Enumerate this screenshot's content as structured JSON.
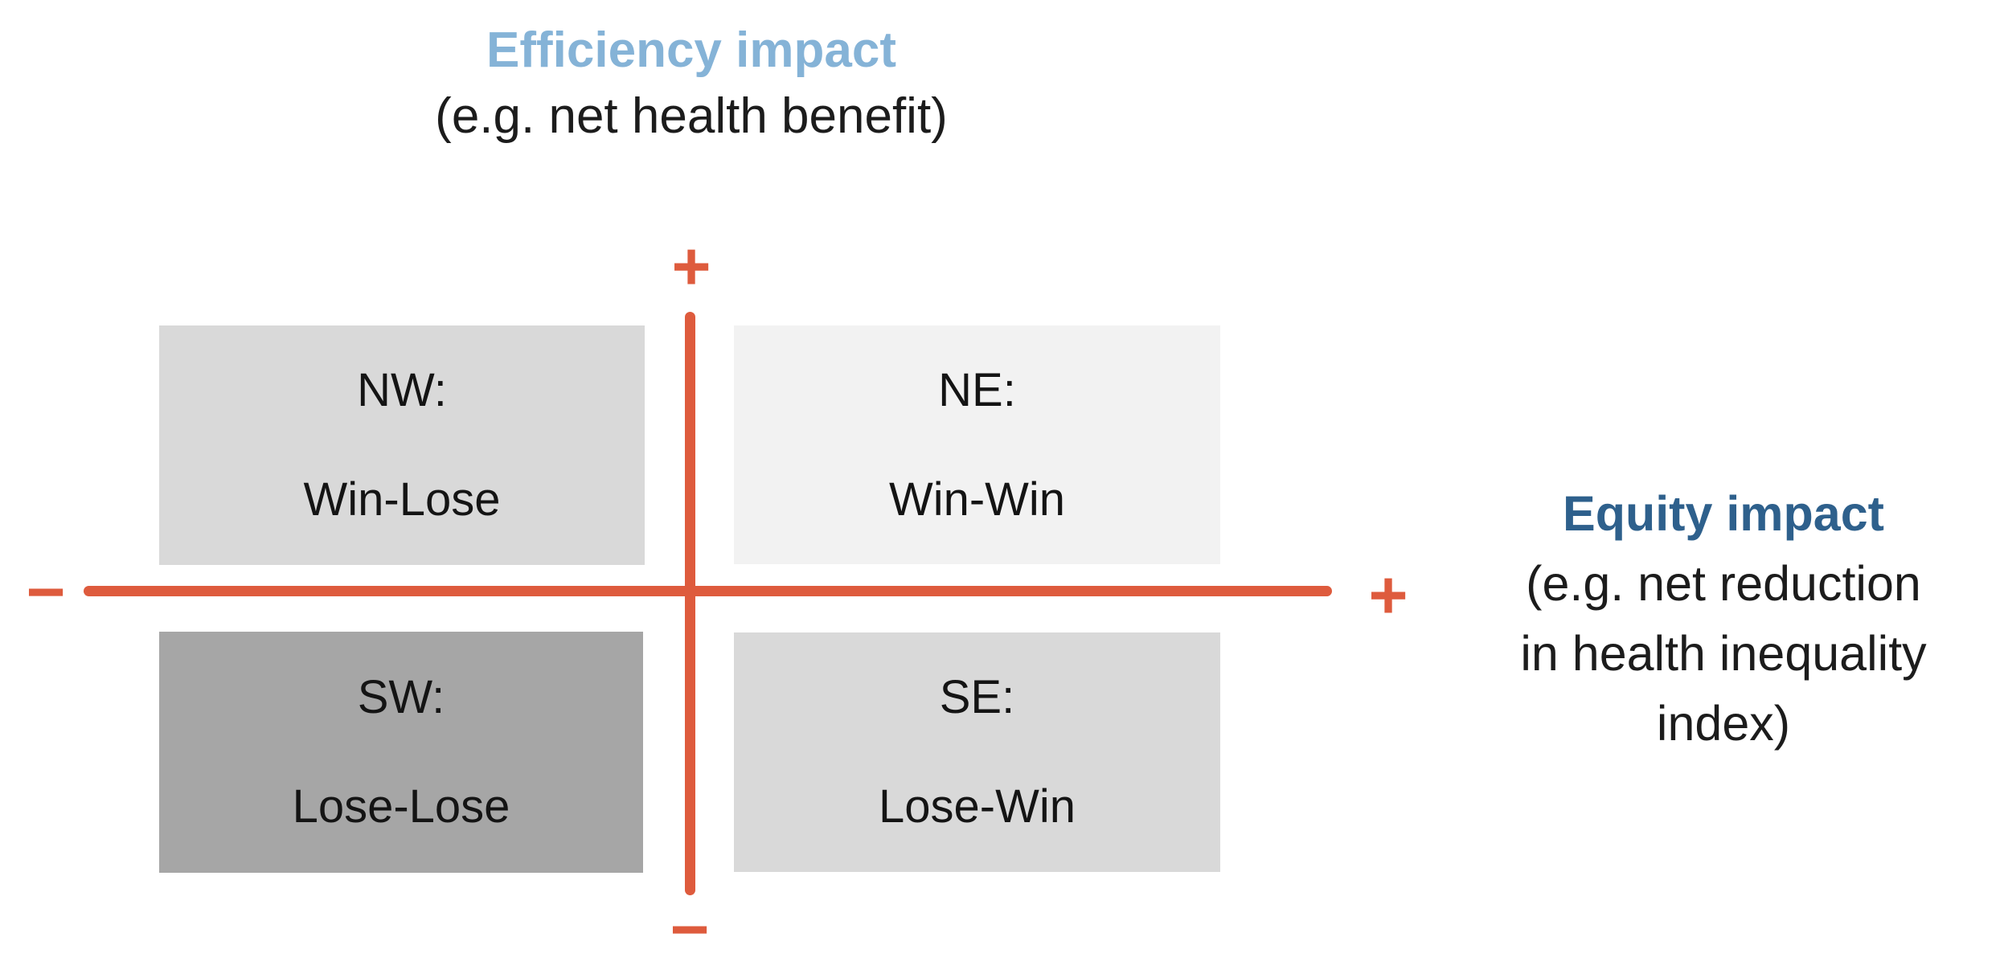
{
  "figure": {
    "vertical_axis": {
      "title": "Efficiency impact",
      "subtitle": "(e.g. net health benefit)",
      "positive_marker": "+",
      "negative_marker": "−"
    },
    "horizontal_axis": {
      "title": "Equity impact",
      "subtitle_lines": [
        "(e.g. net reduction",
        "in health inequality",
        "index)"
      ],
      "positive_marker": "+",
      "negative_marker": "−"
    },
    "quadrants": [
      {
        "id": "NW",
        "label": "NW:",
        "outcome": "Win-Lose",
        "bg": "#d9d9d9"
      },
      {
        "id": "NE",
        "label": "NE:",
        "outcome": "Win-Win",
        "bg": "#f2f2f2"
      },
      {
        "id": "SW",
        "label": "SW:",
        "outcome": "Lose-Lose",
        "bg": "#a6a6a6"
      },
      {
        "id": "SE",
        "label": "SE:",
        "outcome": "Lose-Win",
        "bg": "#d9d9d9"
      }
    ],
    "colors": {
      "axis": "#de5b3d",
      "efficiency_title": "#85b3d7",
      "equity_title": "#2e608c",
      "text": "#1c1c1c",
      "background": "#ffffff"
    }
  }
}
